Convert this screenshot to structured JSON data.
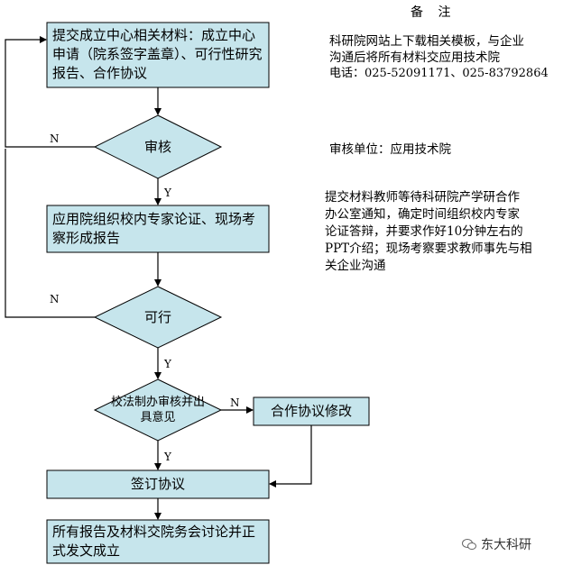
{
  "notes_header": "备 注",
  "steps": {
    "step1": "提交成立中心相关材料：成立中心申请（院系签字盖章）、可行性研究报告、合作协议",
    "step2": "应用院组织校内专家论证、现场考察形成报告",
    "step3": "合作协议修改",
    "step4": "签订协议",
    "step5": "所有报告及材料交院务会讨论并正式发文成立"
  },
  "decisions": {
    "d1": "审核",
    "d2": "可行",
    "d3": "校法制办审核并出具意见"
  },
  "branch_labels": {
    "n1": "N",
    "y1": "Y",
    "n2": "N",
    "y2": "Y",
    "n3": "N",
    "y3": "Y"
  },
  "notes": {
    "note1_line1": "科研院网站上下载相关模板，与企业",
    "note1_line2": "沟通后将所有材料交应用技术院",
    "note1_line3": "电话：025-52091171、025-83792864",
    "note2": "审核单位：应用技术院",
    "note3_line1": "提交材料教师等待科研院产学研合作",
    "note3_line2": "办公室通知，确定时间组织校内专家",
    "note3_line3": "论证答辩，并要求作好10分钟左右的",
    "note3_line4": "PPT介绍；现场考察要求教师事先与相",
    "note3_line5": "关企业沟通"
  },
  "watermark": {
    "text": "东大科研",
    "icon": "wechat-icon"
  }
}
